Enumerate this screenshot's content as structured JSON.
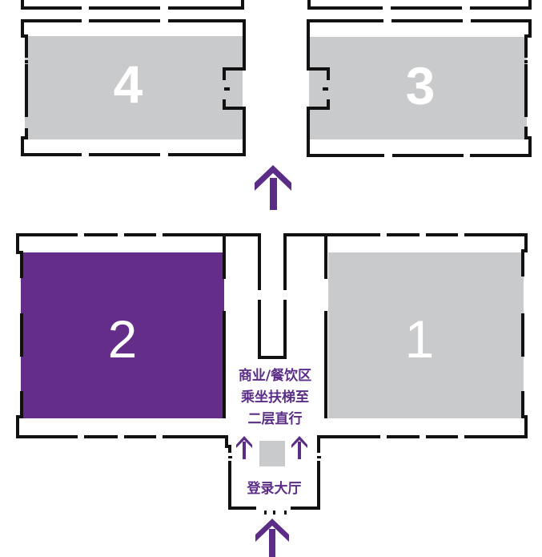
{
  "map": {
    "colors": {
      "highlight_hall": "#652d8a",
      "other_hall": "#c9cacb",
      "wall": "#111111",
      "arrow": "#5b2d86",
      "label_text": "#5b2d86"
    },
    "halls": [
      {
        "id": "hall-1",
        "number": "1",
        "highlighted": false
      },
      {
        "id": "hall-2",
        "number": "2",
        "highlighted": true
      },
      {
        "id": "hall-3",
        "number": "3",
        "highlighted": false
      },
      {
        "id": "hall-4",
        "number": "4",
        "highlighted": false
      }
    ],
    "corridor_label": {
      "line1": "商业/餐饮区",
      "line2": "乘坐扶梯至",
      "line3": "二层直行"
    },
    "entrance_label": "登录大厅",
    "arrows": [
      {
        "id": "arrow-top",
        "direction": "up"
      },
      {
        "id": "arrow-left-escalator",
        "direction": "up"
      },
      {
        "id": "arrow-right-escalator",
        "direction": "up"
      },
      {
        "id": "arrow-entrance",
        "direction": "up"
      }
    ]
  }
}
